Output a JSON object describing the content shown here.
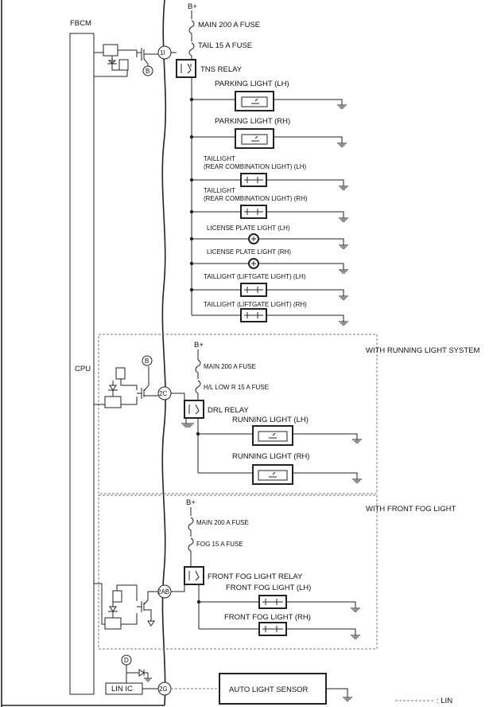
{
  "module": {
    "name": "FBCM",
    "cpu": "CPU",
    "lin_ic": "LIN IC"
  },
  "terminals": {
    "t1": "1I",
    "t2": "2C",
    "t3": "2AB",
    "t4": "2G",
    "b": "B",
    "d": "D"
  },
  "supply": {
    "bplus": "B+"
  },
  "tns_section": {
    "fuse_main": "MAIN 200 A FUSE",
    "fuse_tail": "TAIL 15 A FUSE",
    "relay": "TNS RELAY",
    "loads": [
      "PARKING LIGHT (LH)",
      "PARKING LIGHT (RH)",
      "TAILLIGHT",
      "(REAR COMBINATION LIGHT) (LH)",
      "TAILLIGHT",
      "(REAR COMBINATION LIGHT) (RH)",
      "LICENSE PLATE LIGHT (LH)",
      "LICENSE PLATE LIGHT (RH)",
      "TAILLIGHT (LIFTGATE LIGHT) (LH)",
      "TAILLIGHT (LIFTGATE LIGHT) (RH)"
    ]
  },
  "drl_section": {
    "title": "WITH RUNNING LIGHT SYSTEM",
    "fuse_main": "MAIN 200 A FUSE",
    "fuse_hl": "H/L LOW R 15 A FUSE",
    "relay": "DRL RELAY",
    "loads": [
      "RUNNING LIGHT (LH)",
      "RUNNING LIGHT (RH)"
    ]
  },
  "fog_section": {
    "title": "WITH FRONT FOG LIGHT",
    "fuse_main": "MAIN 200 A FUSE",
    "fuse_fog": "FOG 15 A FUSE",
    "relay": "FRONT FOG LIGHT RELAY",
    "loads": [
      "FRONT FOG LIGHT (LH)",
      "FRONT FOG LIGHT (RH)"
    ]
  },
  "sensor": {
    "name": "AUTO LIGHT SENSOR"
  },
  "legend": {
    "lin": ": LIN"
  }
}
